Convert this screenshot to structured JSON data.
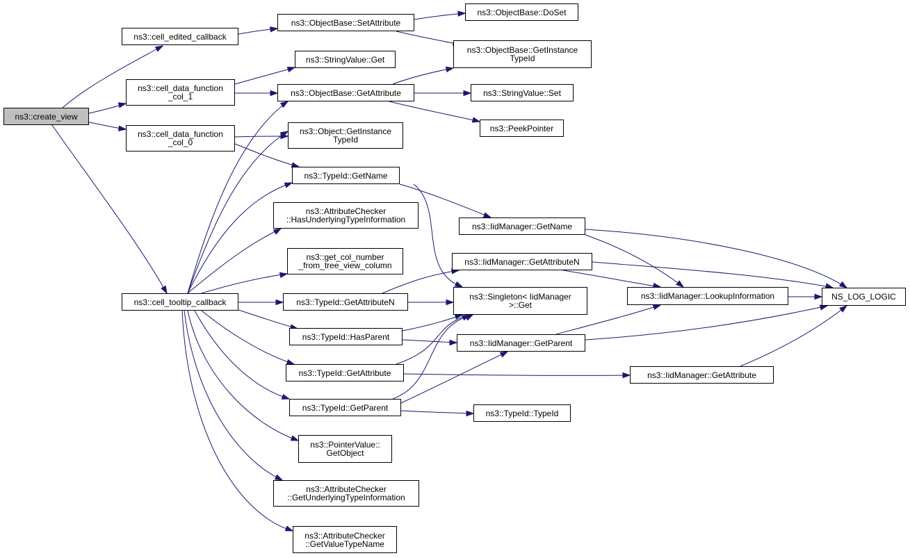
{
  "colors": {
    "edge": "#191970",
    "root_fill": "#bfbfbf",
    "node_fill": "#ffffff",
    "node_border": "#000000"
  },
  "nodes": {
    "create_view": {
      "lines": [
        "ns3::create_view"
      ]
    },
    "cell_edited_callback": {
      "lines": [
        "ns3::cell_edited_callback"
      ]
    },
    "cell_data_function_col_1": {
      "lines": [
        "ns3::cell_data_function",
        "_col_1"
      ]
    },
    "cell_data_function_col_0": {
      "lines": [
        "ns3::cell_data_function",
        "_col_0"
      ]
    },
    "cell_tooltip_callback": {
      "lines": [
        "ns3::cell_tooltip_callback"
      ]
    },
    "objectbase_setattribute": {
      "lines": [
        "ns3::ObjectBase::SetAttribute"
      ]
    },
    "stringvalue_get": {
      "lines": [
        "ns3::StringValue::Get"
      ]
    },
    "objectbase_getattribute": {
      "lines": [
        "ns3::ObjectBase::GetAttribute"
      ]
    },
    "object_getinstancetypeid": {
      "lines": [
        "ns3::Object::GetInstance",
        "TypeId"
      ]
    },
    "typeid_getname": {
      "lines": [
        "ns3::TypeId::GetName"
      ]
    },
    "attributechecker_hasunderlying": {
      "lines": [
        "ns3::AttributeChecker",
        "::HasUnderlyingTypeInformation"
      ]
    },
    "get_col_number": {
      "lines": [
        "ns3::get_col_number",
        "_from_tree_view_column"
      ]
    },
    "typeid_getattributen": {
      "lines": [
        "ns3::TypeId::GetAttributeN"
      ]
    },
    "typeid_hasparent": {
      "lines": [
        "ns3::TypeId::HasParent"
      ]
    },
    "typeid_getattribute": {
      "lines": [
        "ns3::TypeId::GetAttribute"
      ]
    },
    "typeid_getparent": {
      "lines": [
        "ns3::TypeId::GetParent"
      ]
    },
    "pointervalue_getobject": {
      "lines": [
        "ns3::PointerValue::",
        "GetObject"
      ]
    },
    "attributechecker_getunderlying": {
      "lines": [
        "ns3::AttributeChecker",
        "::GetUnderlyingTypeInformation"
      ]
    },
    "attributechecker_getvaluetypename": {
      "lines": [
        "ns3::AttributeChecker",
        "::GetValueTypeName"
      ]
    },
    "objectbase_doset": {
      "lines": [
        "ns3::ObjectBase::DoSet"
      ]
    },
    "objectbase_getinstancetypeid": {
      "lines": [
        "ns3::ObjectBase::GetInstance",
        "TypeId"
      ]
    },
    "stringvalue_set": {
      "lines": [
        "ns3::StringValue::Set"
      ]
    },
    "peekpointer": {
      "lines": [
        "ns3::PeekPointer"
      ]
    },
    "iidmanager_getname": {
      "lines": [
        "ns3::IidManager::GetName"
      ]
    },
    "iidmanager_getattributen": {
      "lines": [
        "ns3::IidManager::GetAttributeN"
      ]
    },
    "singleton_get": {
      "lines": [
        "ns3::Singleton< IidManager",
        ">::Get"
      ]
    },
    "iidmanager_getparent": {
      "lines": [
        "ns3::IidManager::GetParent"
      ]
    },
    "typeid_typeid": {
      "lines": [
        "ns3::TypeId::TypeId"
      ]
    },
    "iidmanager_lookupinformation": {
      "lines": [
        "ns3::IidManager::LookupInformation"
      ]
    },
    "iidmanager_getattribute": {
      "lines": [
        "ns3::IidManager::GetAttribute"
      ]
    },
    "ns_log_logic": {
      "lines": [
        "NS_LOG_LOGIC"
      ]
    }
  }
}
